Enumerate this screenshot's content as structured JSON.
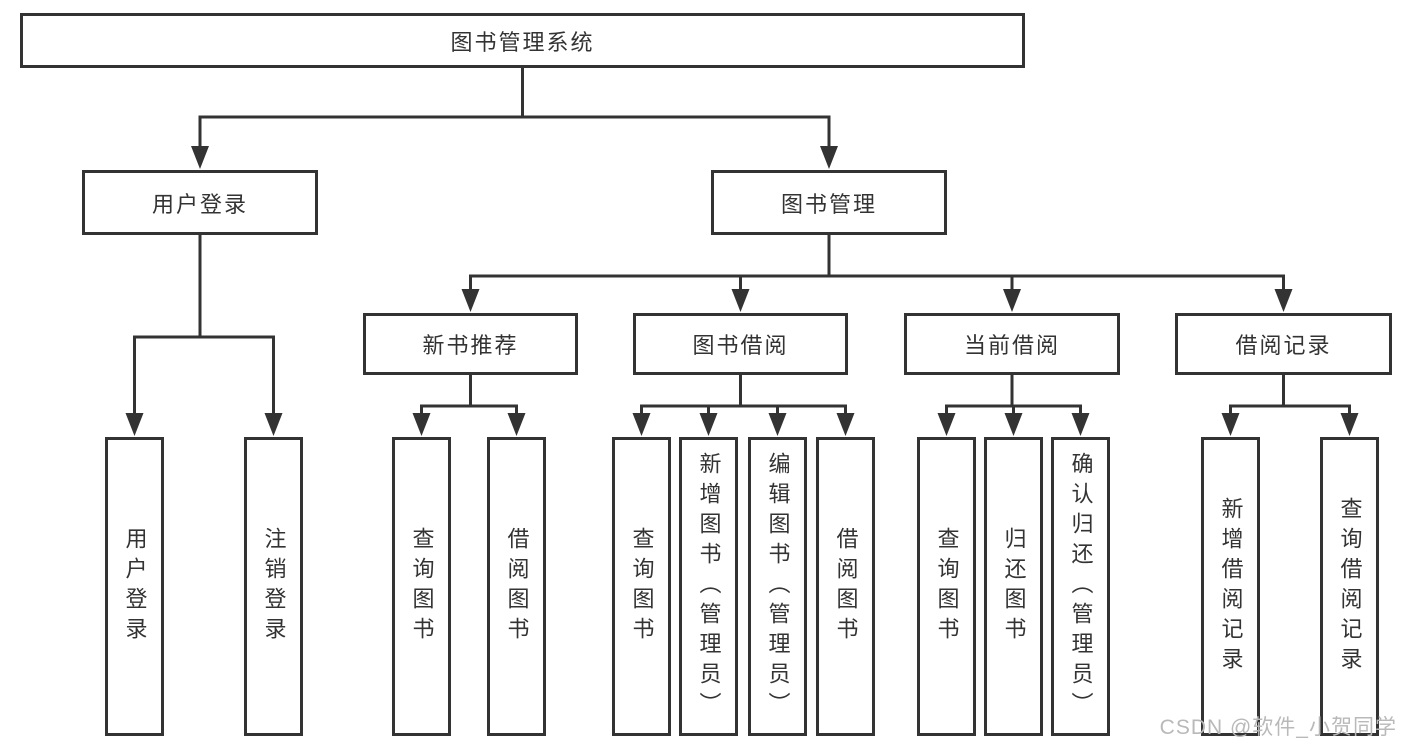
{
  "colors": {
    "line": "#333333",
    "box_border": "#333333",
    "box_background": "#ffffff",
    "text": "#333333",
    "watermark": "#b9b9b9",
    "page_background": "#ffffff"
  },
  "tree": {
    "label": "图书管理系统",
    "children": [
      {
        "label": "用户登录",
        "children": [
          {
            "label": "用户登录"
          },
          {
            "label": "注销登录"
          }
        ]
      },
      {
        "label": "图书管理",
        "children": [
          {
            "label": "新书推荐",
            "children": [
              {
                "label": "查询图书"
              },
              {
                "label": "借阅图书"
              }
            ]
          },
          {
            "label": "图书借阅",
            "children": [
              {
                "label": "查询图书"
              },
              {
                "label": "新增图书（管理员）"
              },
              {
                "label": "编辑图书（管理员）"
              },
              {
                "label": "借阅图书"
              }
            ]
          },
          {
            "label": "当前借阅",
            "children": [
              {
                "label": "查询图书"
              },
              {
                "label": "归还图书"
              },
              {
                "label": "确认归还（管理员）"
              }
            ]
          },
          {
            "label": "借阅记录",
            "children": [
              {
                "label": "新增借阅记录"
              },
              {
                "label": "查询借阅记录"
              }
            ]
          }
        ]
      }
    ]
  },
  "watermark": "CSDN @软件_小贺同学"
}
